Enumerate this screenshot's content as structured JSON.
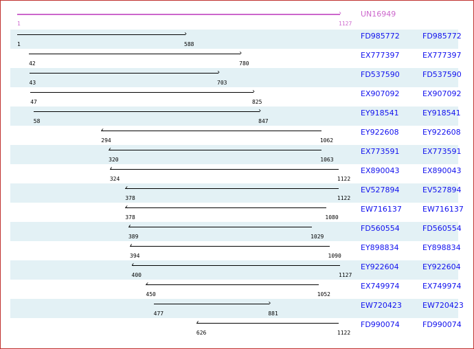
{
  "colors": {
    "reference": "#cc66cc",
    "row_alt": "#e3f1f5",
    "link": "#1010ee",
    "border": "#c0302e"
  },
  "scale": {
    "min": 1,
    "max": 1127
  },
  "reference": {
    "name": "UN16949",
    "start": 1,
    "end": 1127,
    "direction": "forward"
  },
  "rows": [
    {
      "name": "FD985772",
      "start": 1,
      "end": 588,
      "direction": "forward"
    },
    {
      "name": "EX777397",
      "start": 42,
      "end": 780,
      "direction": "forward"
    },
    {
      "name": "FD537590",
      "start": 43,
      "end": 703,
      "direction": "forward"
    },
    {
      "name": "EX907092",
      "start": 47,
      "end": 825,
      "direction": "forward"
    },
    {
      "name": "EY918541",
      "start": 58,
      "end": 847,
      "direction": "forward"
    },
    {
      "name": "EY922608",
      "start": 294,
      "end": 1062,
      "direction": "reverse"
    },
    {
      "name": "EX773591",
      "start": 320,
      "end": 1063,
      "direction": "reverse"
    },
    {
      "name": "EX890043",
      "start": 324,
      "end": 1122,
      "direction": "reverse"
    },
    {
      "name": "EV527894",
      "start": 378,
      "end": 1122,
      "direction": "reverse"
    },
    {
      "name": "EW716137",
      "start": 378,
      "end": 1080,
      "direction": "reverse"
    },
    {
      "name": "FD560554",
      "start": 389,
      "end": 1029,
      "direction": "reverse"
    },
    {
      "name": "EY898834",
      "start": 394,
      "end": 1090,
      "direction": "reverse"
    },
    {
      "name": "EY922604",
      "start": 400,
      "end": 1127,
      "direction": "reverse"
    },
    {
      "name": "EX749974",
      "start": 450,
      "end": 1052,
      "direction": "reverse"
    },
    {
      "name": "EW720423",
      "start": 477,
      "end": 881,
      "direction": "forward"
    },
    {
      "name": "FD990074",
      "start": 626,
      "end": 1122,
      "direction": "reverse"
    }
  ]
}
